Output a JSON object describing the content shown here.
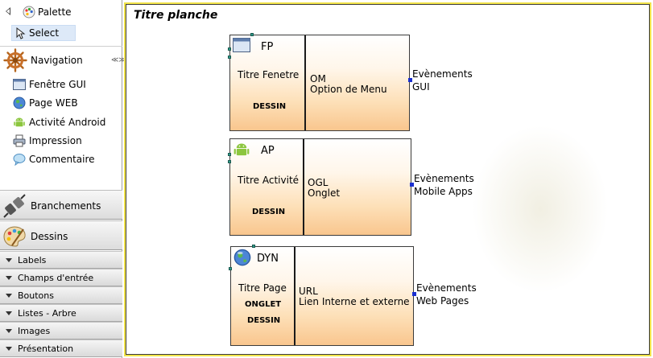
{
  "palette": {
    "title": "Palette",
    "select_label": "Select",
    "navigation": {
      "label": "Navigation",
      "items": [
        {
          "label": "Fenêtre GUI",
          "icon": "window-icon"
        },
        {
          "label": "Page WEB",
          "icon": "globe-icon"
        },
        {
          "label": "Activité Android",
          "icon": "android-icon"
        },
        {
          "label": "Impression",
          "icon": "printer-icon"
        },
        {
          "label": "Commentaire",
          "icon": "comment-icon"
        }
      ]
    },
    "groups": [
      {
        "label": "Branchements",
        "icon": "plug-icon"
      },
      {
        "label": "Dessins",
        "icon": "paint-palette-icon"
      }
    ],
    "sections": [
      "Labels",
      "Champs d'entrée",
      "Boutons",
      "Listes - Arbre",
      "Images",
      "Présentation"
    ]
  },
  "board": {
    "title": "Titre planche",
    "border_color": "#f2e44a",
    "screens": [
      {
        "code": "FP",
        "title": "Titre Fenetre",
        "sub": "DESSIN",
        "right1": "OM",
        "right2": "Option de Menu",
        "events1": "Evènements",
        "events2": "GUI",
        "icon": "window-icon"
      },
      {
        "code": "AP",
        "title": "Titre Activité",
        "sub": "DESSIN",
        "right1": "OGL",
        "right2": "Onglet",
        "events1": "Evènements",
        "events2": "Mobile Apps",
        "icon": "android-icon"
      },
      {
        "code": "DYN",
        "title": "Titre Page",
        "onglet": "ONGLET",
        "sub": "DESSIN",
        "right1": "URL",
        "right2": "Lien Interne et externe",
        "events1": "Evènements",
        "events2": "Web Pages",
        "icon": "globe-icon"
      }
    ]
  }
}
